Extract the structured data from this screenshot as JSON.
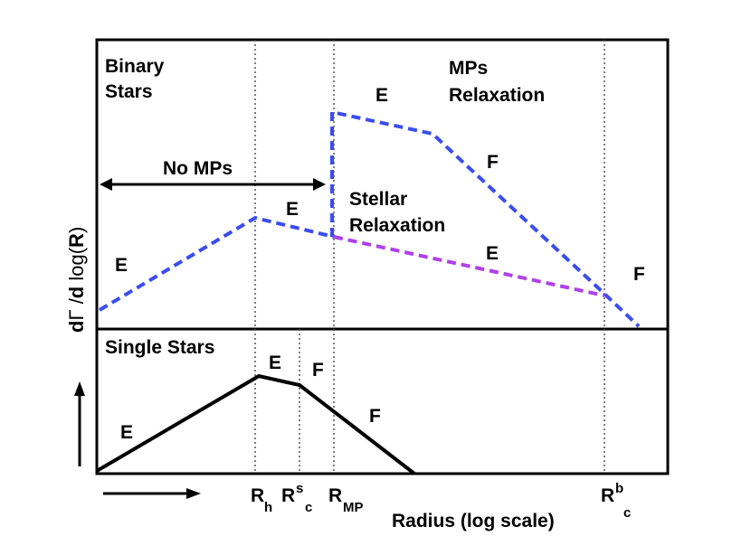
{
  "ylabel": {
    "d1": "d",
    "gamma": "Γ",
    "mid": " /",
    "d2": "d",
    "log": " log(",
    "R": "R",
    "close": ")"
  },
  "xlabel": "Radius (log scale)",
  "top_panel": {
    "title_line1": "Binary",
    "title_line2": "Stars",
    "mps_line1": "MPs",
    "mps_line2": "Relaxation",
    "stellar_line1": "Stellar",
    "stellar_line2": "Relaxation",
    "no_mps": "No MPs",
    "seg_labels": [
      "E",
      "E",
      "E",
      "F",
      "E",
      "F"
    ]
  },
  "bottom_panel": {
    "title": "Single Stars",
    "seg_labels": [
      "E",
      "E",
      "F",
      "F"
    ]
  },
  "ticks": {
    "rh": {
      "main": "R",
      "sub": "h"
    },
    "rsc": {
      "main": "R",
      "sup": "s",
      "sub": "c"
    },
    "rmp": {
      "main": "R",
      "sub": "MP"
    },
    "rbc": {
      "main": "R",
      "sup": "b",
      "sub": "c"
    }
  },
  "colors": {
    "binary_line": "#3a4df0",
    "stellar_line": "#b040e8",
    "single_line": "#000000"
  }
}
